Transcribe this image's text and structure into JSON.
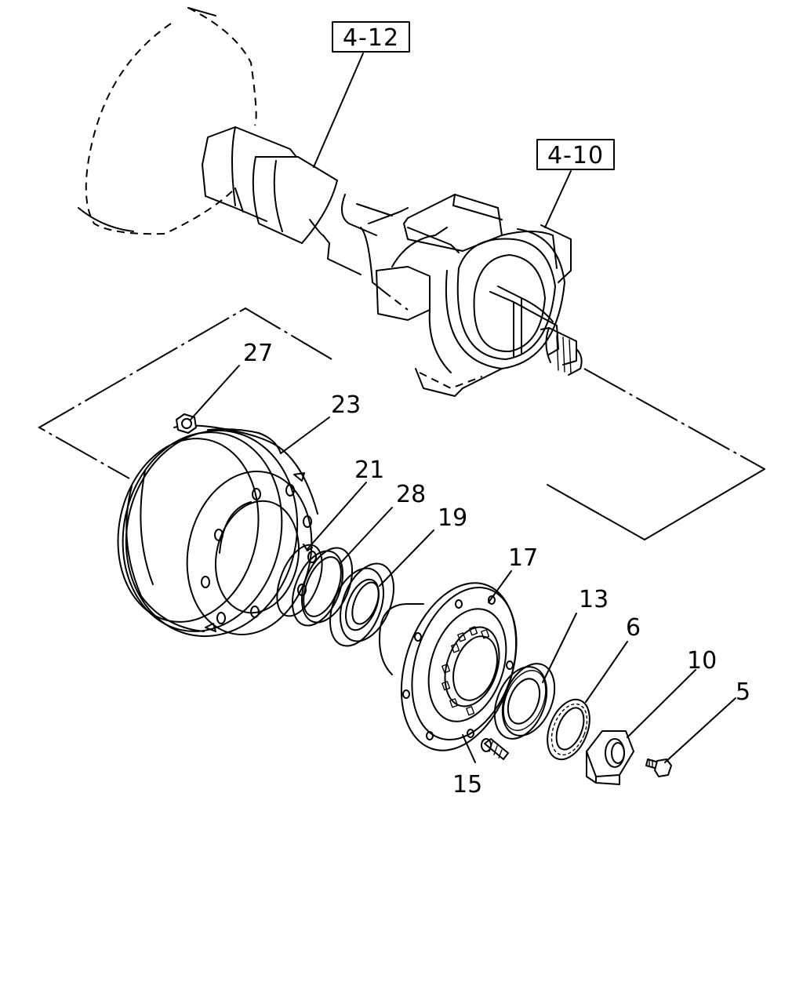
{
  "references": {
    "ref_4_12": "4-12",
    "ref_4_10": "4-10"
  },
  "callouts": {
    "p27": "27",
    "p23": "23",
    "p21": "21",
    "p28": "28",
    "p19": "19",
    "p17": "17",
    "p13": "13",
    "p6": "6",
    "p10": "10",
    "p5": "5",
    "p15": "15"
  }
}
